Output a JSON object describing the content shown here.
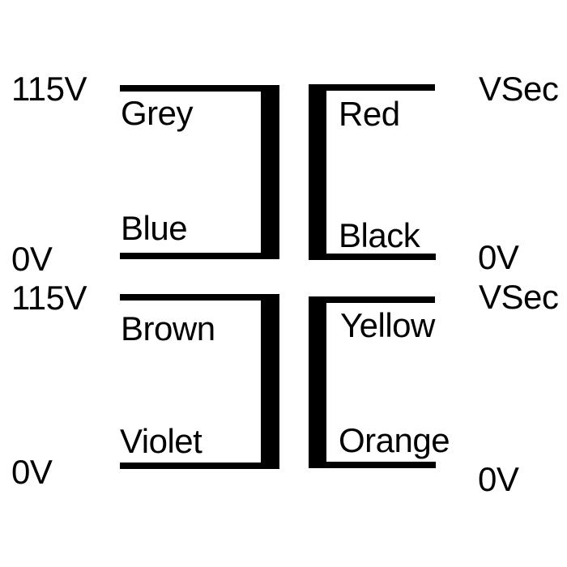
{
  "colors": {
    "ink": "#000000",
    "background": "#ffffff"
  },
  "windings": [
    {
      "id": "primary-1",
      "section": "primary",
      "terminal_top": "115V",
      "terminal_bottom": "0V",
      "wire_top": "Grey",
      "wire_bottom": "Blue"
    },
    {
      "id": "secondary-1",
      "section": "secondary",
      "terminal_top": "VSec",
      "terminal_bottom": "0V",
      "wire_top": "Red",
      "wire_bottom": "Black"
    },
    {
      "id": "primary-2",
      "section": "primary",
      "terminal_top": "115V",
      "terminal_bottom": "0V",
      "wire_top": "Brown",
      "wire_bottom": "Violet"
    },
    {
      "id": "secondary-2",
      "section": "secondary",
      "terminal_top": "VSec",
      "terminal_bottom": "0V",
      "wire_top": "Yellow",
      "wire_bottom": "Orange"
    }
  ]
}
